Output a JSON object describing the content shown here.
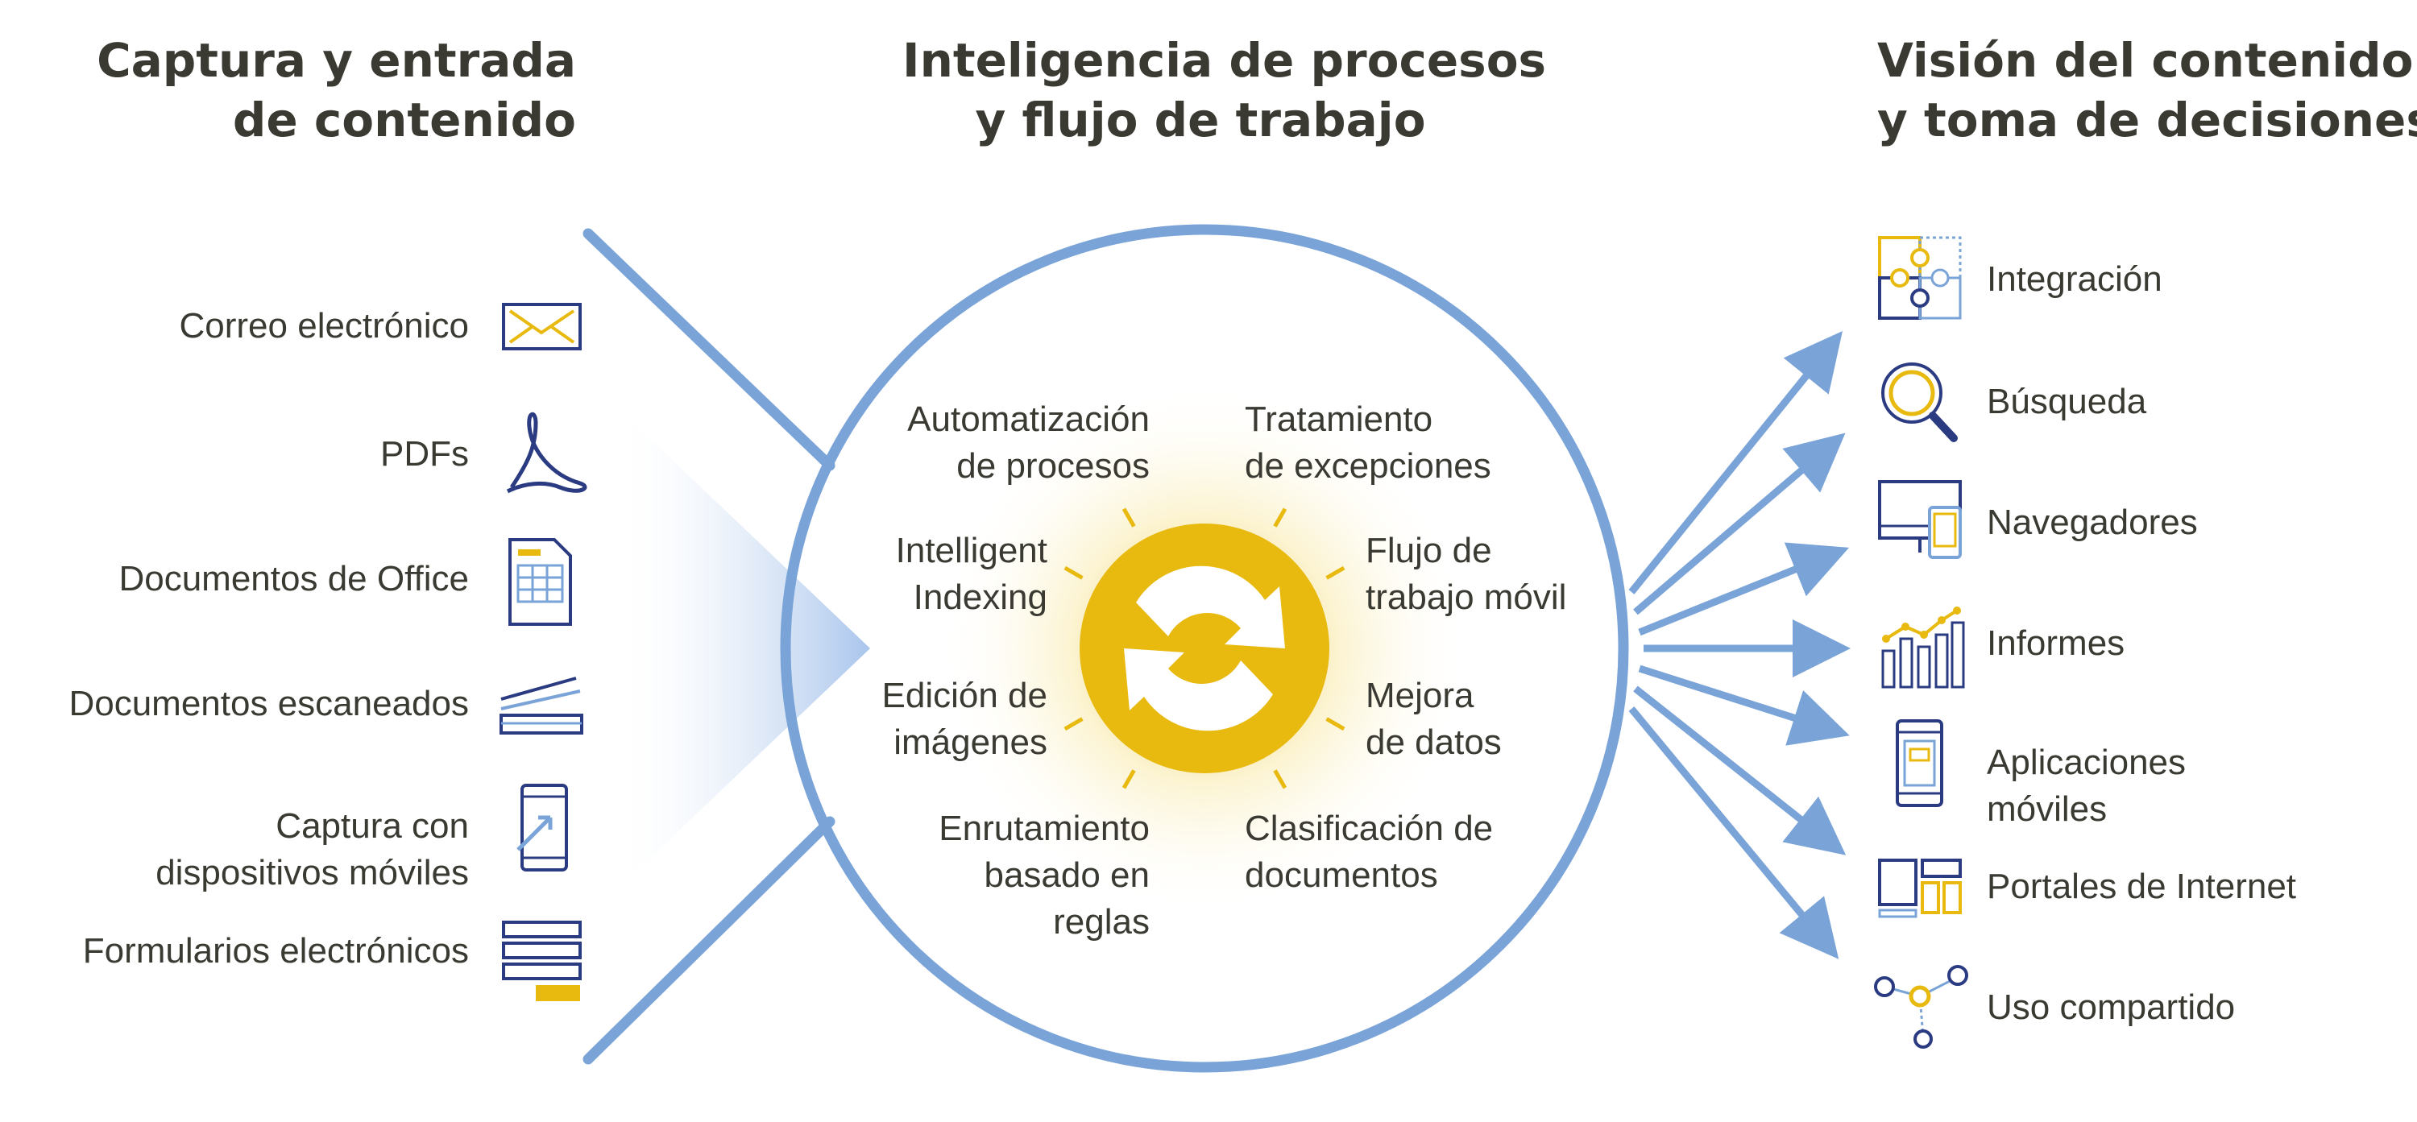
{
  "headers": {
    "left": [
      "Captura y entrada",
      "de contenido"
    ],
    "middle": [
      "Inteligencia de procesos",
      "y flujo de trabajo"
    ],
    "right": [
      "Visión del contenido",
      "y toma de decisiones"
    ]
  },
  "inputs": [
    {
      "lines": [
        "Correo electrónico"
      ],
      "icon": "envelope-icon"
    },
    {
      "lines": [
        "PDFs"
      ],
      "icon": "pdf-icon"
    },
    {
      "lines": [
        "Documentos de Office"
      ],
      "icon": "office-document-icon"
    },
    {
      "lines": [
        "Documentos escaneados"
      ],
      "icon": "scanner-icon"
    },
    {
      "lines": [
        "Captura con",
        "dispositivos móviles"
      ],
      "icon": "mobile-capture-icon"
    },
    {
      "lines": [
        "Formularios electrónicos"
      ],
      "icon": "form-icon"
    }
  ],
  "center": {
    "left": [
      [
        "Automatización",
        "de procesos"
      ],
      [
        "Intelligent",
        "Indexing"
      ],
      [
        "Edición de",
        "imágenes"
      ],
      [
        "Enrutamiento",
        "basado en",
        "reglas"
      ]
    ],
    "right": [
      [
        "Tratamiento",
        "de excepciones"
      ],
      [
        "Flujo de",
        "trabajo móvil"
      ],
      [
        "Mejora",
        "de datos"
      ],
      [
        "Clasificación de",
        "documentos"
      ]
    ],
    "hub_icon": "refresh-cycle-icon"
  },
  "outputs": [
    {
      "lines": [
        "Integración"
      ],
      "icon": "puzzle-icon"
    },
    {
      "lines": [
        "Búsqueda"
      ],
      "icon": "magnifier-icon"
    },
    {
      "lines": [
        "Navegadores"
      ],
      "icon": "devices-icon"
    },
    {
      "lines": [
        "Informes"
      ],
      "icon": "report-chart-icon"
    },
    {
      "lines": [
        "Aplicaciones",
        "móviles"
      ],
      "icon": "mobile-app-icon"
    },
    {
      "lines": [
        "Portales de Internet"
      ],
      "icon": "portal-icon"
    },
    {
      "lines": [
        "Uso compartido"
      ],
      "icon": "share-network-icon"
    }
  ],
  "colors": {
    "blue_line": "#7aa3d8",
    "navy": "#2b3b82",
    "gold": "#e8b90f",
    "text": "#3a3a33"
  }
}
